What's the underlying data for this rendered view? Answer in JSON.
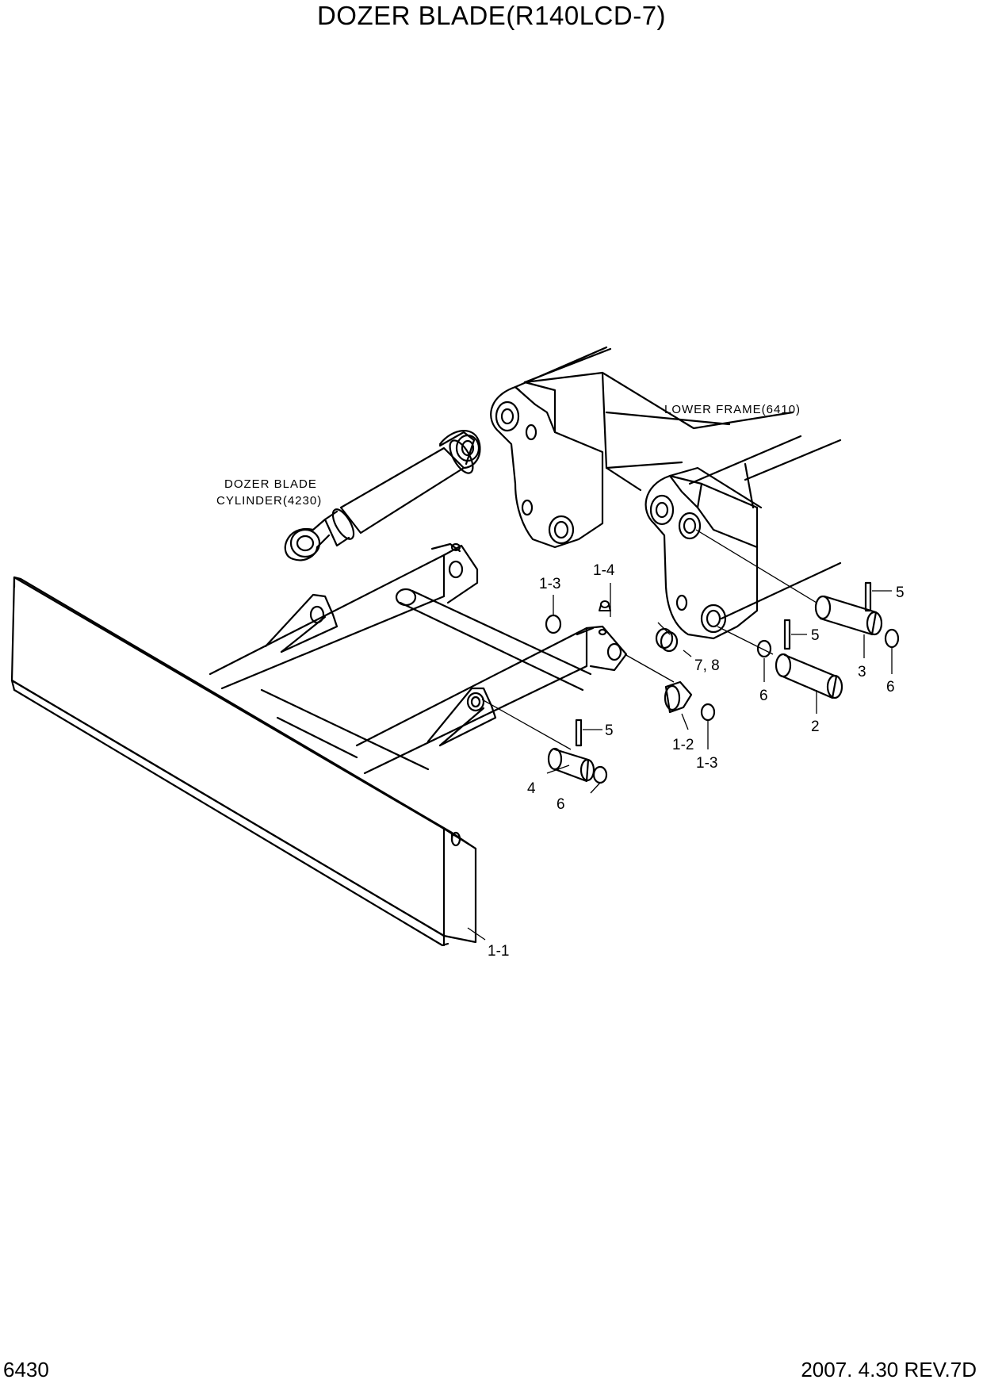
{
  "header": {
    "title": "DOZER BLADE(R140LCD-7)"
  },
  "footer": {
    "page_code": "6430",
    "revision": "2007. 4.30  REV.7D"
  },
  "references": {
    "lower_frame": "LOWER FRAME(6410)",
    "cylinder_line1": "DOZER BLADE",
    "cylinder_line2": "CYLINDER(4230)"
  },
  "callouts": {
    "c_1_1": "1-1",
    "c_1_2": "1-2",
    "c_1_3_top": "1-3",
    "c_1_3_bottom": "1-3",
    "c_1_4": "1-4",
    "c_2": "2",
    "c_3": "3",
    "c_4": "4",
    "c_5_top": "5",
    "c_5_mid": "5",
    "c_5_low": "5",
    "c_6_left": "6",
    "c_6_mid": "6",
    "c_6_right": "6",
    "c_7_8": "7, 8"
  }
}
